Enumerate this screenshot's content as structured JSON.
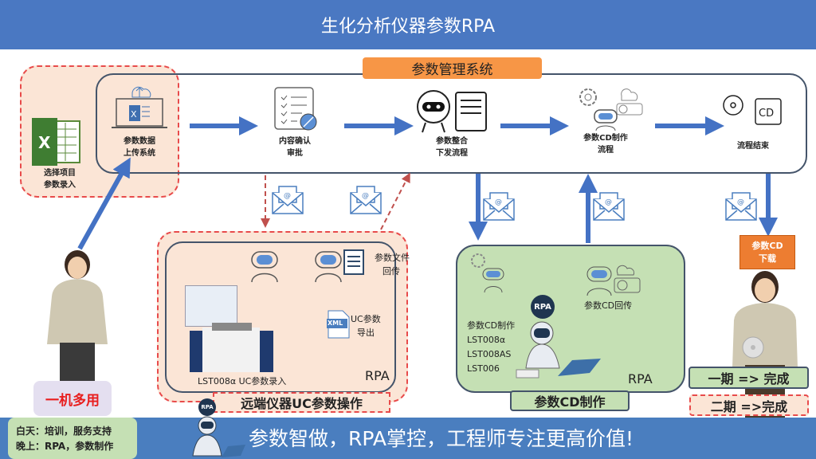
{
  "title": "生化分析仪器参数RPA",
  "system": {
    "label": "参数管理系统",
    "steps": [
      {
        "label": "参数数据\n上传系统",
        "line1": "参数数据",
        "line2": "上传系统",
        "icon": "laptop-excel-upload-icon"
      },
      {
        "line1": "内容确认",
        "line2": "审批",
        "icon": "checklist-icon"
      },
      {
        "line1": "参数整合",
        "line2": "下发流程",
        "icon": "robot-document-icon"
      },
      {
        "line1": "参数CD制作",
        "line2": "流程",
        "icon": "robot-gear-cd-icon"
      },
      {
        "line1": "流程结束",
        "icon": "cd-finish-icon"
      }
    ]
  },
  "input": {
    "line1": "选择项目",
    "line2": "参数录入",
    "icon": "excel-icon"
  },
  "left_person": {
    "badge": "一机多用",
    "schedule": [
      "白天：培训，服务支持",
      "晚上：RPA，参数制作"
    ]
  },
  "remote": {
    "label": "远端仪器UC参数操作",
    "file_return": [
      "参数文件",
      "回传"
    ],
    "uc_export": [
      "UC参数",
      "导出"
    ],
    "xml": "XML",
    "instrument": "LST008α UC参数录入",
    "rpa": "RPA"
  },
  "cd_make": {
    "label": "参数CD制作",
    "list": [
      "参数CD制作",
      "LST008α",
      "LST008AS",
      "LST006"
    ],
    "cd_return": "参数CD回传",
    "rpa": "RPA",
    "rpa_badge": "RPA"
  },
  "right_person": {
    "download": [
      "参数CD",
      "下载"
    ],
    "phase1": "一期 => 完成",
    "phase2": "二期 =>完成"
  },
  "footer": {
    "slogan": "参数智做，RPA掌控，工程师专注更高价值!",
    "rpa_badge": "RPA"
  },
  "colors": {
    "title_bar": "#4a78c2",
    "orange": "#f79646",
    "download": "#ed7d31",
    "green": "#c5e0b4",
    "pink": "#fbe5d6",
    "arrow": "#4472c4",
    "dashed": "#c0504d"
  }
}
